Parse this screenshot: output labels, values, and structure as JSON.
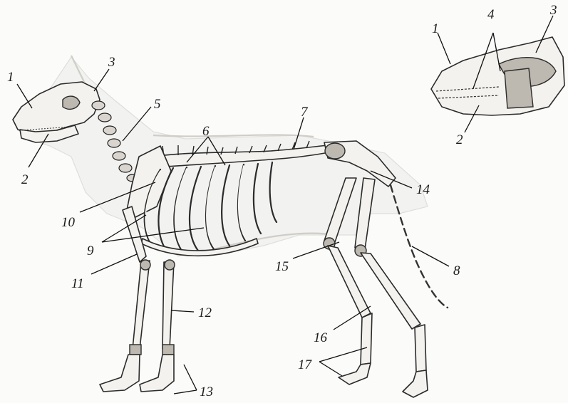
{
  "main_figure": {
    "labels": {
      "l1": "1",
      "l2": "2",
      "l3": "3",
      "l5": "5",
      "l6": "6",
      "l7": "7",
      "l8": "8",
      "l9": "9",
      "l10": "10",
      "l11": "11",
      "l12": "12",
      "l13": "13",
      "l14": "14",
      "l15": "15",
      "l16": "16",
      "l17": "17"
    }
  },
  "inset_skull": {
    "labels": {
      "l1": "1",
      "l2": "2",
      "l3": "3",
      "l4": "4"
    }
  }
}
